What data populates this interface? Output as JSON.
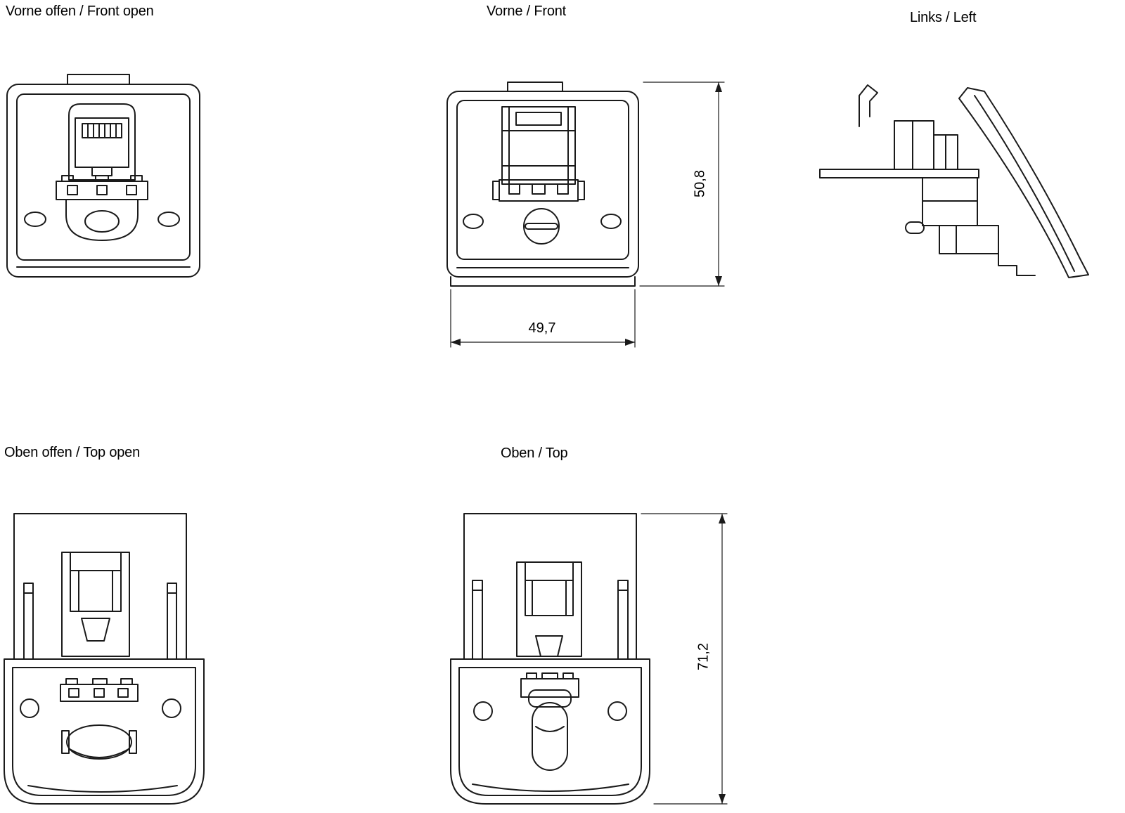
{
  "drawing": {
    "background": "#ffffff",
    "line_color": "#1a1a1a",
    "views": {
      "front_open": {
        "label": "Vorne offen / Front open"
      },
      "front": {
        "label": "Vorne / Front"
      },
      "left": {
        "label": "Links / Left"
      },
      "top_open": {
        "label": "Oben offen / Top open"
      },
      "top": {
        "label": "Oben / Top"
      }
    },
    "dimensions": {
      "front_height_mm": "50,8",
      "front_width_mm": "49,7",
      "side_depth_mm": "71,2"
    }
  }
}
